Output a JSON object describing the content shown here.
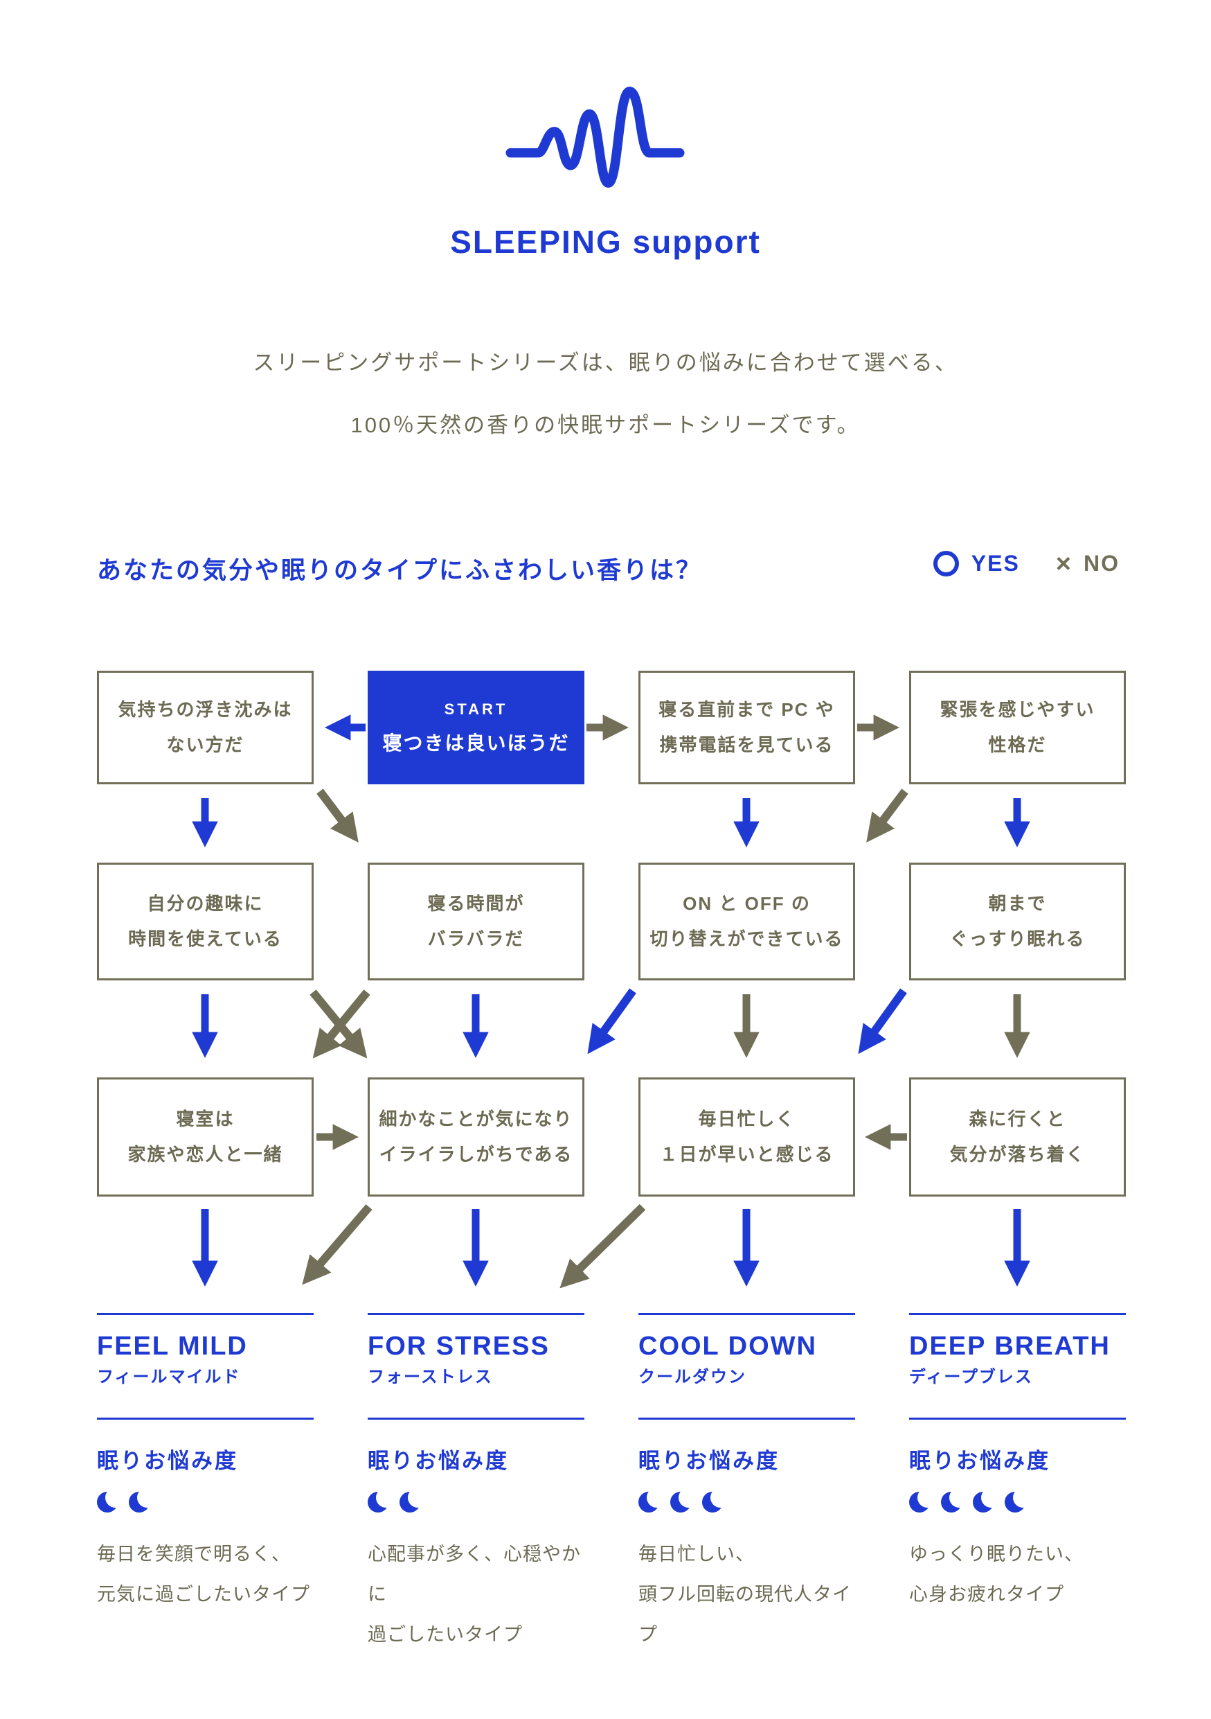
{
  "colors": {
    "accent_blue": "#1e3ad2",
    "olive_text": "#6c6a53",
    "box_border": "#716f58",
    "start_box_bg": "#1e3ad2",
    "start_box_text": "#ffffff"
  },
  "brand": {
    "title": "SLEEPING support",
    "logo": "wave-squiggle-icon"
  },
  "intro": {
    "line1": "スリーピングサポートシリーズは、眠りの悩みに合わせて選べる、",
    "line2": "100％天然の香りの快眠サポートシリーズです。"
  },
  "question": {
    "heading": "あなたの気分や眠りのタイプにふさわしい香りは？",
    "legend_yes": "YES",
    "legend_no": "NO"
  },
  "flow": {
    "start": {
      "label": "START",
      "text": "寝つきは良いほうだ"
    },
    "boxes": {
      "mood_swings": {
        "line1": "気持ちの浮き沈みは",
        "line2": "ない方だ"
      },
      "pc_before_bed": {
        "line1": "寝る直前まで PC や",
        "line2": "携帯電話を見ている"
      },
      "nervous": {
        "line1": "緊張を感じやすい",
        "line2": "性格だ"
      },
      "hobby_time": {
        "line1": "自分の趣味に",
        "line2": "時間を使えている"
      },
      "irregular_bedtime": {
        "line1": "寝る時間が",
        "line2": "バラバラだ"
      },
      "on_off": {
        "line1": "ON と OFF の",
        "line2": "切り替えができている"
      },
      "sleep_till_morning": {
        "line1": "朝まで",
        "line2": "ぐっすり眠れる"
      },
      "bedroom_family": {
        "line1": "寝室は",
        "line2": "家族や恋人と一緒"
      },
      "irritated": {
        "line1": "細かなことが気になり",
        "line2": "イライラしがちである"
      },
      "busy_days": {
        "line1": "毎日忙しく",
        "line2": "１日が早いと感じる"
      },
      "forest_calm": {
        "line1": "森に行くと",
        "line2": "気分が落ち着く"
      }
    }
  },
  "results": [
    {
      "name": "FEEL MILD",
      "kana": "フィールマイルド",
      "rating_label": "眠りお悩み度",
      "rating": 2,
      "desc1": "毎日を笑顔で明るく、",
      "desc2": "元気に過ごしたいタイプ"
    },
    {
      "name": "FOR STRESS",
      "kana": "フォーストレス",
      "rating_label": "眠りお悩み度",
      "rating": 2,
      "desc1": "心配事が多く、心穏やかに",
      "desc2": "過ごしたいタイプ"
    },
    {
      "name": "COOL DOWN",
      "kana": "クールダウン",
      "rating_label": "眠りお悩み度",
      "rating": 3,
      "desc1": "毎日忙しい、",
      "desc2": "頭フル回転の現代人タイプ"
    },
    {
      "name": "DEEP BREATH",
      "kana": "ディープブレス",
      "rating_label": "眠りお悩み度",
      "rating": 4,
      "desc1": "ゆっくり眠りたい、",
      "desc2": "心身お疲れタイプ"
    }
  ]
}
